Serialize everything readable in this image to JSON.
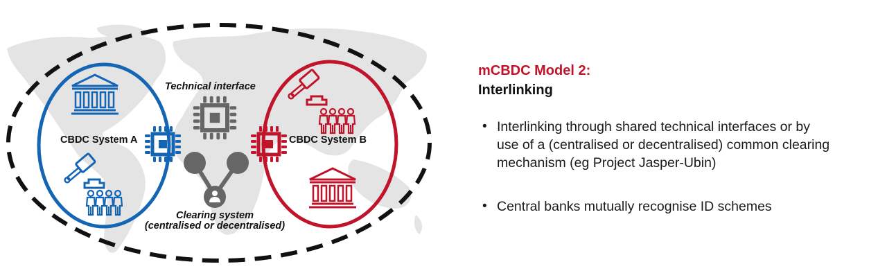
{
  "diagram": {
    "colors": {
      "system_a": "#1565b5",
      "system_b": "#c0142b",
      "neutral": "#666666",
      "map": "#e4e4e4",
      "dashed_border": "#111111"
    },
    "labels": {
      "technical_interface": "Technical interface",
      "system_a": "CBDC System A",
      "system_b": "CBDC System B",
      "clearing_line1": "Clearing system",
      "clearing_line2": "(centralised or decentralised)"
    },
    "icons": {
      "system_a": [
        "bank-icon",
        "chip-icon",
        "gavel-icon",
        "people-icon"
      ],
      "system_b": [
        "bank-icon",
        "chip-icon",
        "gavel-icon",
        "people-icon"
      ],
      "shared": [
        "chip-icon",
        "network-nodes-icon",
        "person-icon"
      ]
    }
  },
  "panel": {
    "title_line1": "mCBDC Model 2:",
    "title_line2": "Interlinking",
    "bullet_glyph": "•",
    "bullets": [
      {
        "lines": [
          "Interlinking through shared technical interfaces or by",
          "use of a (centralised or decentralised) common clearing",
          "mechanism (eg Project Jasper-Ubin)"
        ]
      },
      {
        "lines": [
          "Central banks mutually recognise ID schemes"
        ]
      }
    ]
  }
}
